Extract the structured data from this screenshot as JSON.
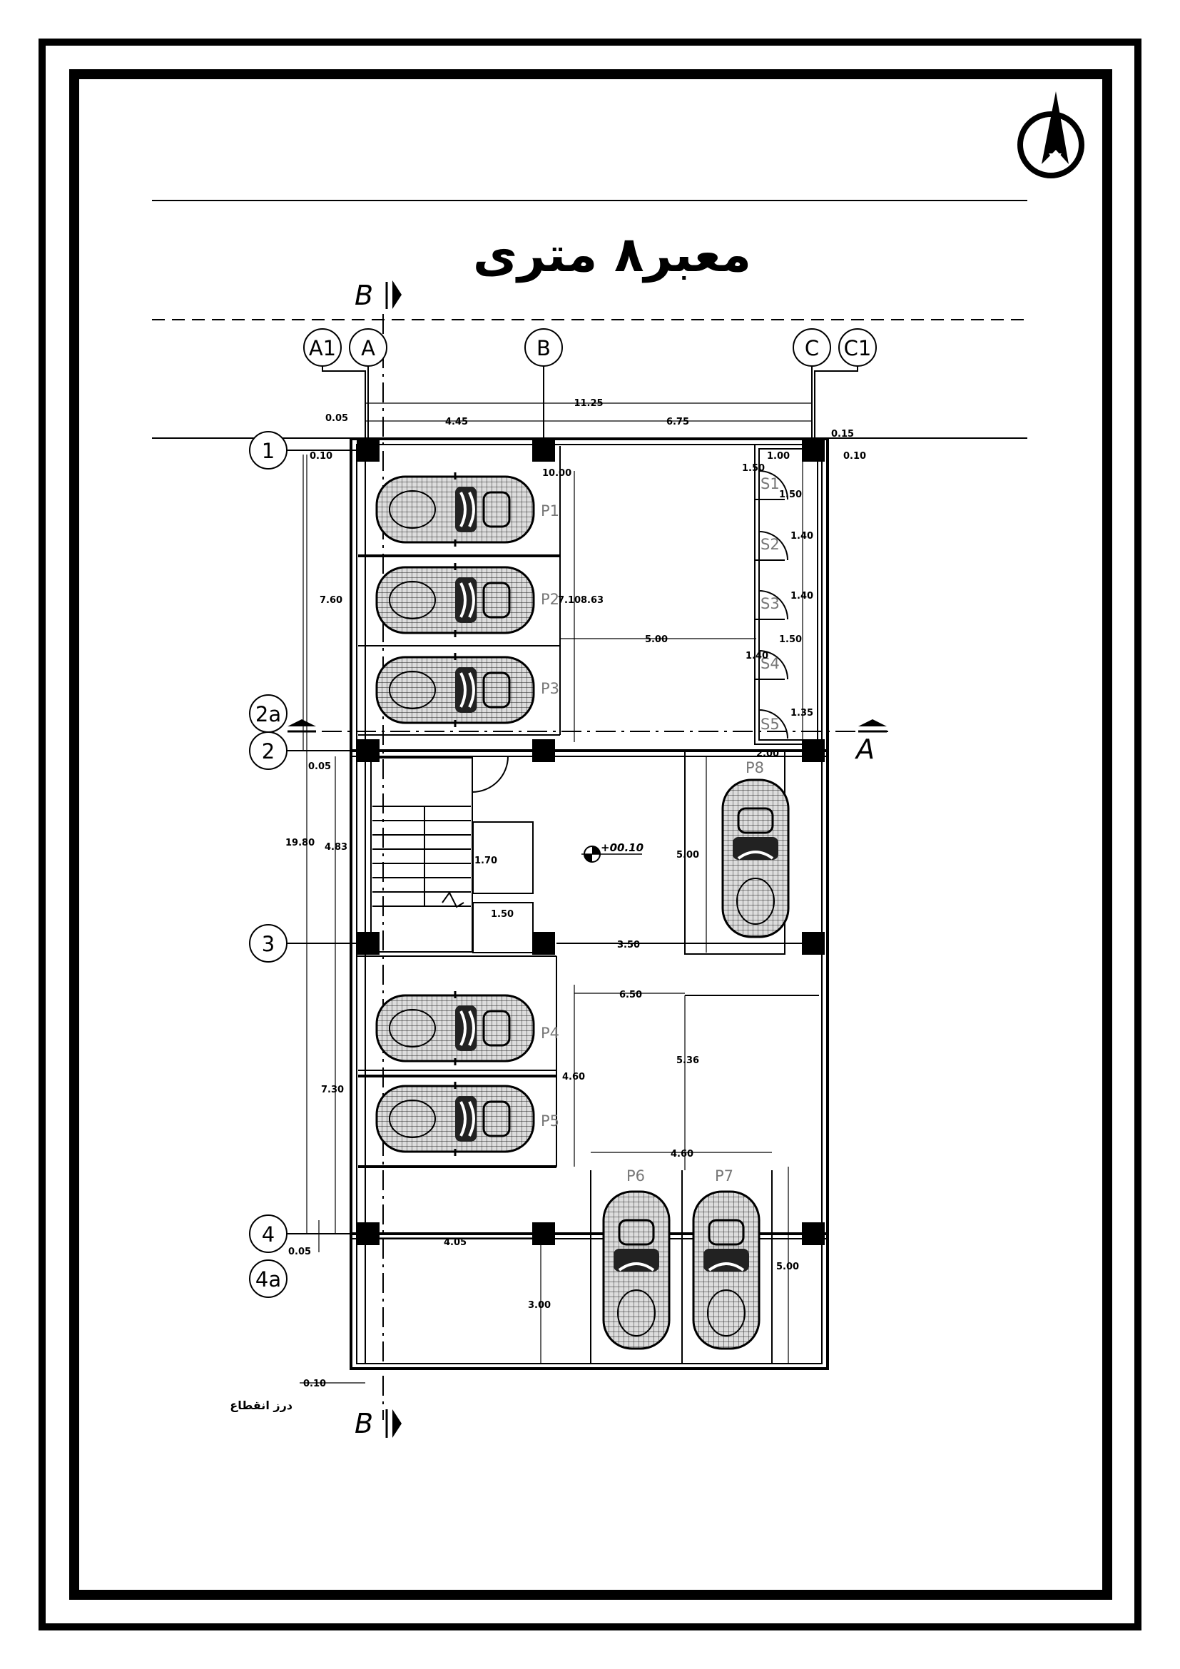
{
  "title": "معبر۸ متری",
  "axes": {
    "columns": [
      "A1",
      "A",
      "B",
      "C",
      "C1"
    ],
    "rows": [
      "1",
      "2a",
      "2",
      "3",
      "4",
      "4a"
    ]
  },
  "section_marks": {
    "b_top": "B",
    "b_bottom": "B",
    "a_right": "A"
  },
  "parking_labels": [
    "P1",
    "P2",
    "P3",
    "P4",
    "P5",
    "P6",
    "P7",
    "P8"
  ],
  "storage_labels": [
    "S1",
    "S2",
    "S3",
    "S4",
    "S5"
  ],
  "elevation": "+00.10",
  "expansion_joint": "درز انقطاع",
  "dimensions": {
    "overall_width": "11.25",
    "a_b": "4.45",
    "b_c": "6.75",
    "left_offset": "0.05",
    "right_offset": "0.15",
    "d_010_right": "0.10",
    "d_010_left": "0.10",
    "d_100": "1.00",
    "d_1000": "10.00",
    "d_150a": "1.50",
    "d_150b": "1.50",
    "d_140a": "1.40",
    "d_140b": "1.40",
    "d_150c": "1.50",
    "d_140c": "1.40",
    "d_135": "1.35",
    "d_760": "7.60",
    "d_710": "7.10",
    "d_863": "8.63",
    "d_500_mid": "5.00",
    "d_200": "2.00",
    "d_1980": "19.80",
    "d_005b": "0.05",
    "d_483": "4.83",
    "d_170": "1.70",
    "d_150_stair": "1.50",
    "d_500_p8": "5.00",
    "d_350": "3.50",
    "d_650": "6.50",
    "d_536": "5.36",
    "d_460v": "4.60",
    "d_730": "7.30",
    "d_460h": "4.60",
    "d_500_p67": "5.00",
    "d_405": "4.05",
    "d_005c": "0.05",
    "d_300": "3.00",
    "d_010_bottom": "0.10"
  }
}
